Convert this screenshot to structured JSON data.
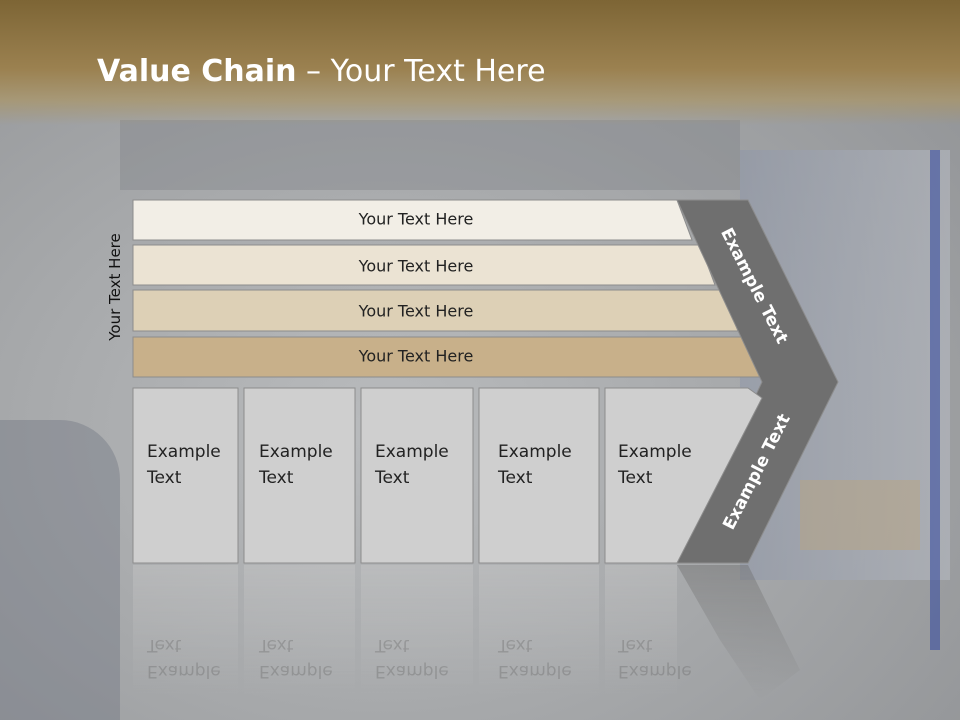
{
  "slide": {
    "title_bold": "Value Chain",
    "title_rest": " – Your Text Here",
    "side_label": "Your Text Here"
  },
  "bands": [
    {
      "label": "Your Text Here",
      "color": "#f2eee6"
    },
    {
      "label": "Your Text Here",
      "color": "#ebe3d3"
    },
    {
      "label": "Your Text Here",
      "color": "#ddd0b6"
    },
    {
      "label": "Your Text Here",
      "color": "#c8b08a"
    }
  ],
  "boxes": [
    {
      "line1": "Example",
      "line2": "Text"
    },
    {
      "line1": "Example",
      "line2": "Text"
    },
    {
      "line1": "Example",
      "line2": "Text"
    },
    {
      "line1": "Example",
      "line2": "Text"
    },
    {
      "line1": "Example",
      "line2": "Text"
    }
  ],
  "chevron": {
    "upper_label": "Example Text",
    "lower_label": "Example Text",
    "color": "#6f6f6f"
  },
  "colors": {
    "header": "#8a7040",
    "box_fill": "#cfcfcf"
  }
}
